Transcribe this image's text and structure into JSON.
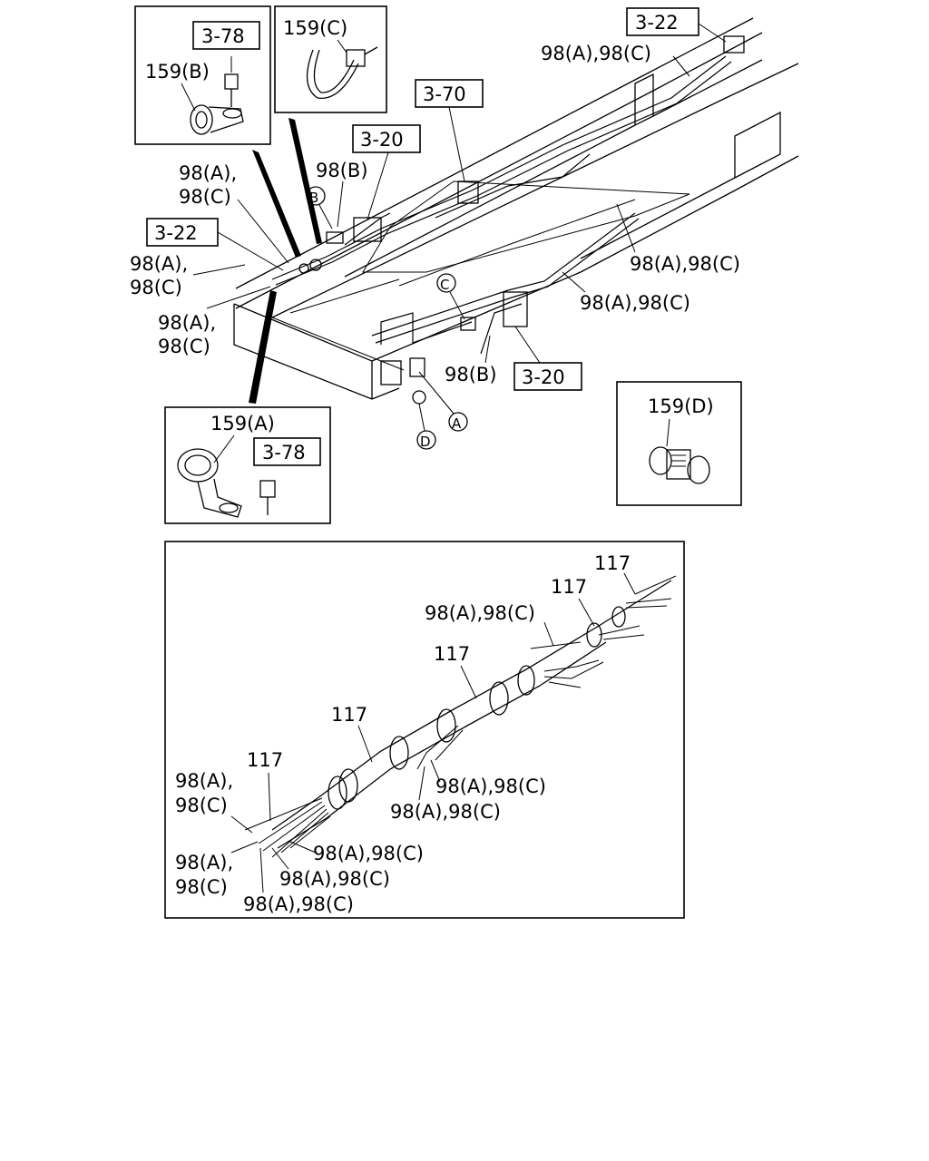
{
  "ref_3_78": "3-78",
  "ref_3_22": "3-22",
  "ref_3_70": "3-70",
  "ref_3_20": "3-20",
  "part_159a": "159(A)",
  "part_159b": "159(B)",
  "part_159c": "159(C)",
  "part_159d": "159(D)",
  "part_98ac": "98(A),98(C)",
  "part_98a_comma": "98(A),",
  "part_98c": "98(C)",
  "part_98b": "98(B)",
  "part_117": "117",
  "marker_a": "A",
  "marker_b": "B",
  "marker_c": "C",
  "marker_d": "D"
}
